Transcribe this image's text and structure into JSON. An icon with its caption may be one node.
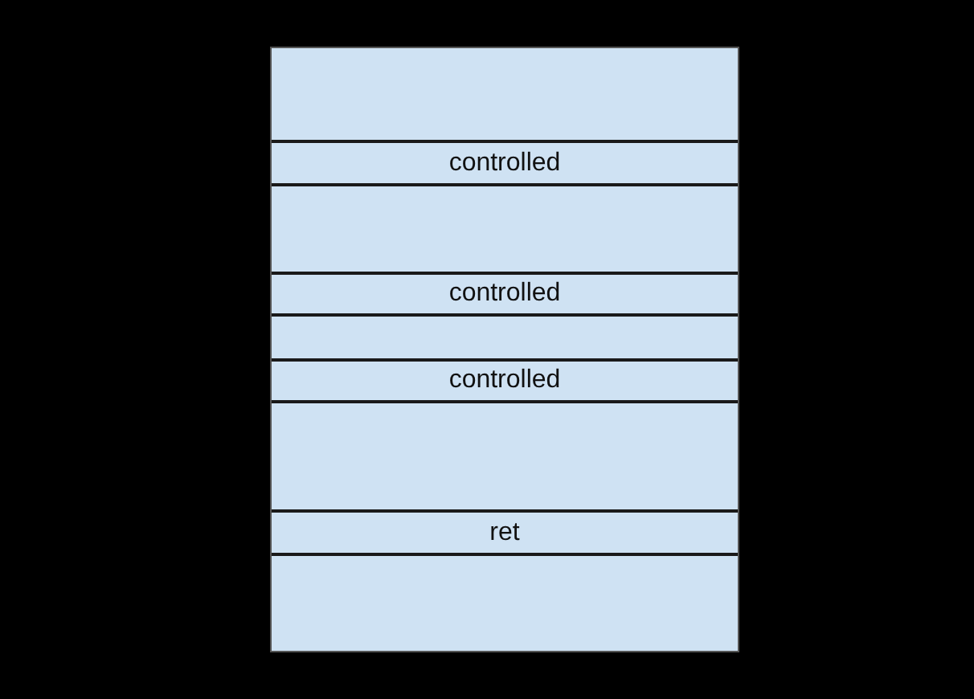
{
  "diagram": {
    "nodes": [
      {
        "text": [],
        "shape": "box"
      },
      {
        "text": [
          "controlled"
        ],
        "in": 0
      },
      {
        "text": [
          "controlled"
        ],
        "in": 0
      },
      {
        "text": [
          "controlled"
        ],
        "in": 0
      },
      {
        "text": [
          "ret"
        ],
        "in": 0
      }
    ]
  }
}
